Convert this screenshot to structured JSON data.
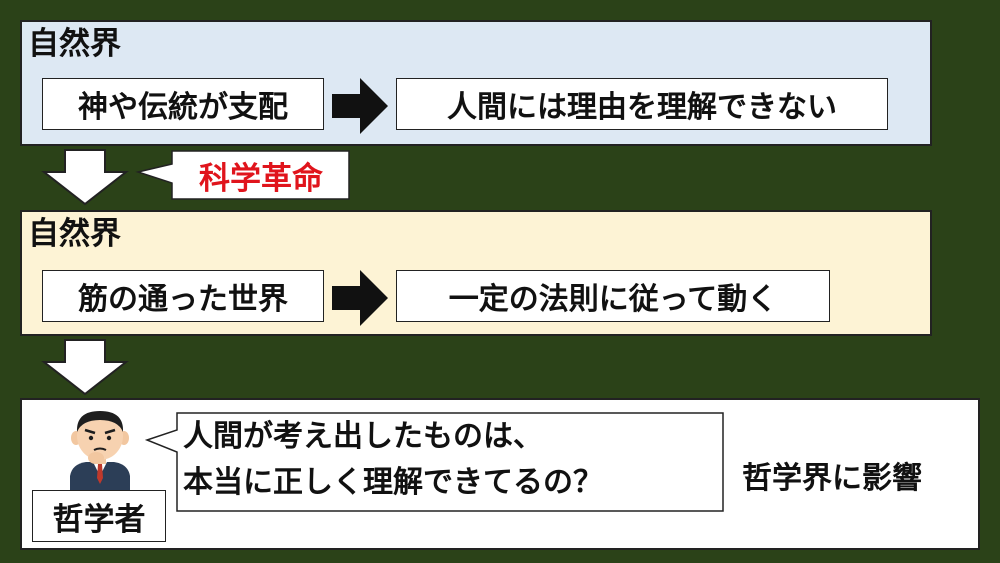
{
  "panel1": {
    "title": "自然界",
    "from": "神や伝統が支配",
    "to": "人間には理由を理解できない",
    "color": "#dde8f3"
  },
  "transition": {
    "label": "科学革命",
    "label_color": "#e0141c"
  },
  "panel2": {
    "title": "自然界",
    "from": "筋の通った世界",
    "to": "一定の法則に従って動く",
    "color": "#fdf3d5"
  },
  "panel3": {
    "speaker": "哲学者",
    "speech_lines": [
      "人間が考え出したものは、",
      "本当に正しく理解できてるの？"
    ],
    "result": "哲学界に影響"
  },
  "colors": {
    "background": "#2b4218",
    "arrow": "#111111"
  },
  "icons": [
    "arrow-right-icon",
    "arrow-down-icon",
    "person-icon"
  ]
}
